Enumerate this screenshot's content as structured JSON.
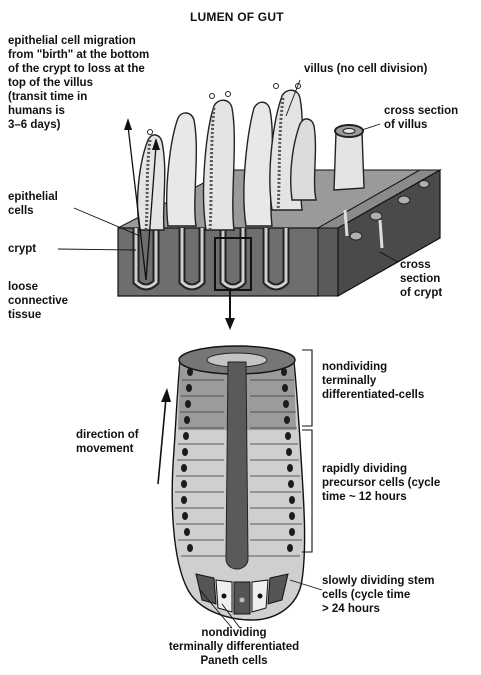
{
  "title": "LUMEN OF GUT",
  "labels": {
    "migration": "epithelial cell migration\nfrom \"birth\" at the bottom\nof the crypt to loss at the\ntop of the villus\n(transit time in\nhumans is\n3–6 days)",
    "villus": "villus (no cell division)",
    "cross_section_villus": "cross section\nof villus",
    "epithelial_cells": "epithelial\ncells",
    "crypt": "crypt",
    "loose_tissue": "loose\nconnective\ntissue",
    "cross_section_crypt": "cross\nsection\nof crypt",
    "nondividing_top": "nondividing\nterminally\ndifferentiated-cells",
    "direction": "direction of\nmovement",
    "rapidly_dividing": "rapidly dividing\nprecursor cells (cycle\ntime ~ 12 hours",
    "stem_cells": "slowly dividing stem\ncells (cycle time\n> 24 hours",
    "paneth": "nondividing\nterminally differentiated\nPaneth cells"
  },
  "colors": {
    "tissue": "#6e6e6e",
    "tissue_dark": "#4a4a4a",
    "villus": "#e4e4e4",
    "cell": "#bdbdbd",
    "nucleus": "#1c1c1c",
    "line": "#111111"
  }
}
